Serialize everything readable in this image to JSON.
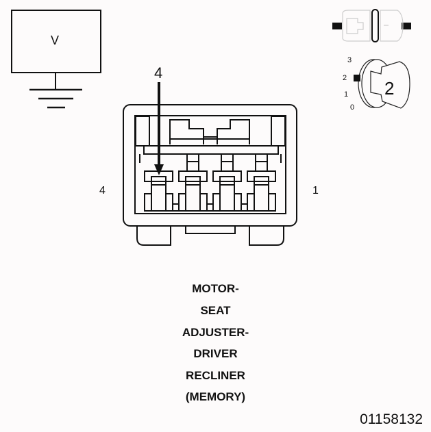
{
  "voltage_box": {
    "label": "V"
  },
  "connector": {
    "pointer_label": "4",
    "left_pin_label": "4",
    "right_pin_label": "1",
    "cavity_count": 4
  },
  "key_icon": {
    "positions": [
      "3",
      "2",
      "1",
      "0"
    ],
    "selected_label": "2"
  },
  "title_lines": [
    "MOTOR-",
    "SEAT",
    "ADJUSTER-",
    "DRIVER",
    "RECLINER",
    "(MEMORY)"
  ],
  "figure_id": "01158132"
}
